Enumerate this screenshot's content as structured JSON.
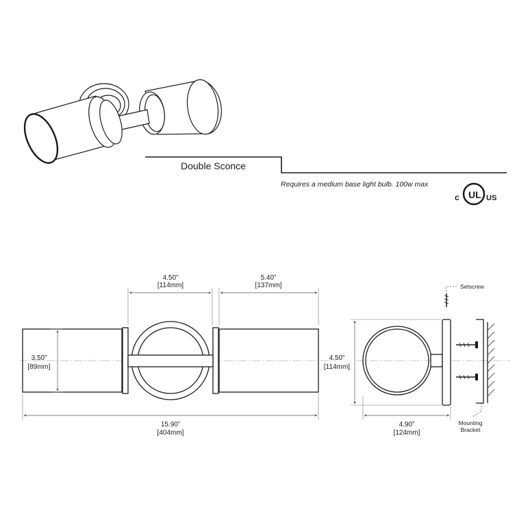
{
  "header": {
    "product_name": "Double Sconce",
    "bulb_note": "Requires a medium base light bulb. 100w max"
  },
  "certification": {
    "c_mark": "c",
    "ul_mark": "UL",
    "us_mark": "US"
  },
  "front_view": {
    "center_to_center": {
      "inch": "4.50”",
      "mm": "[114mm]"
    },
    "cylinder_length": {
      "inch": "5.40”",
      "mm": "[137mm]"
    },
    "cylinder_diameter": {
      "inch": "3.50”",
      "mm": "[89mm]"
    },
    "overall_width": {
      "inch": "15.90”",
      "mm": "[404mm]"
    }
  },
  "side_view": {
    "height": {
      "inch": "4.50”",
      "mm": "[114mm]"
    },
    "projection": {
      "inch": "4.90”",
      "mm": "[124mm]"
    },
    "setscrew_label": "Setscrew",
    "mounting_label_line1": "Mounting",
    "mounting_label_line2": "Bracket"
  },
  "colors": {
    "line": "#1a1a1a",
    "dim_line": "#555555",
    "background": "#ffffff"
  }
}
